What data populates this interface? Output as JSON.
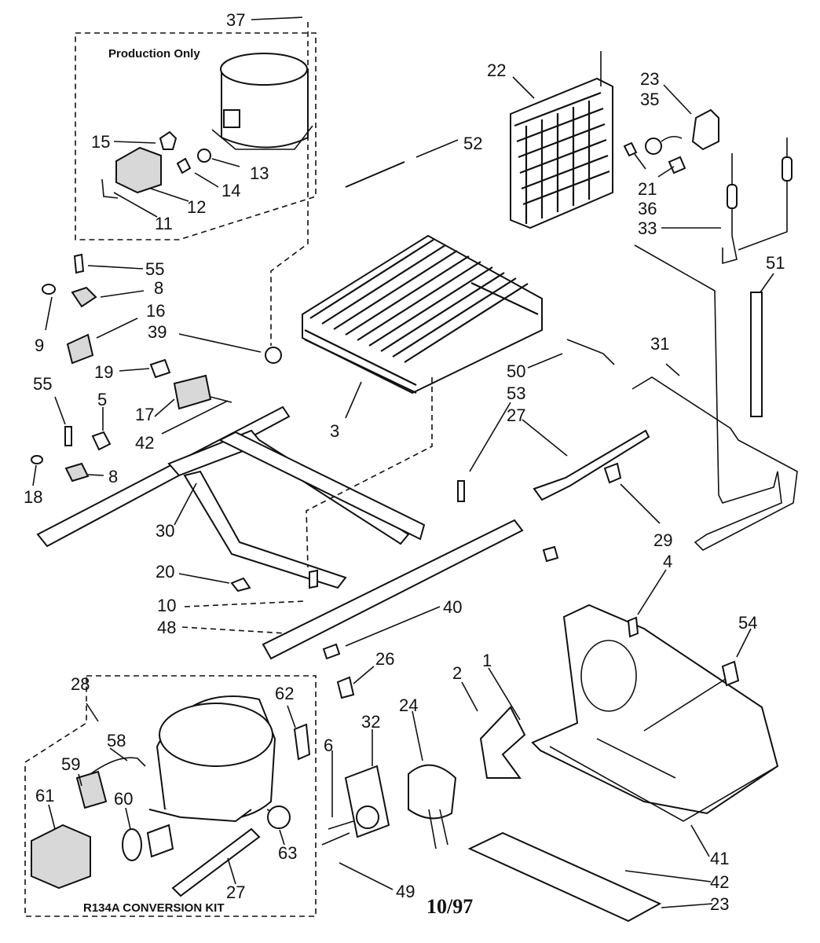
{
  "captions": {
    "production_only": "Production Only",
    "conversion_kit": "R134A CONVERSION KIT",
    "date_code": "10/97"
  },
  "labels": [
    "37",
    "22",
    "23",
    "35",
    "52",
    "15",
    "13",
    "14",
    "12",
    "11",
    "21",
    "36",
    "33",
    "55",
    "8",
    "51",
    "9",
    "16",
    "39",
    "31",
    "19",
    "50",
    "53",
    "55",
    "5",
    "17",
    "42",
    "3",
    "27",
    "8",
    "18",
    "30",
    "29",
    "4",
    "20",
    "10",
    "40",
    "48",
    "54",
    "28",
    "26",
    "62",
    "2",
    "1",
    "24",
    "32",
    "58",
    "6",
    "59",
    "60",
    "61",
    "63",
    "27",
    "49",
    "41",
    "42",
    "23"
  ]
}
